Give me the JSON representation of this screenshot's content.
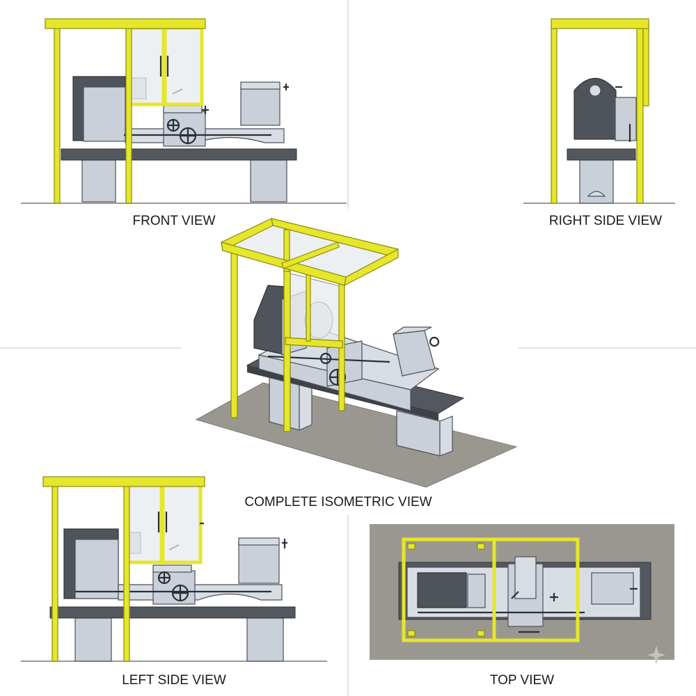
{
  "views": {
    "front": {
      "label": "FRONT VIEW"
    },
    "right_side": {
      "label": "RIGHT SIDE VIEW"
    },
    "isometric": {
      "label": "COMPLETE ISOMETRIC VIEW"
    },
    "left_side": {
      "label": "LEFT SIDE VIEW"
    },
    "top": {
      "label": "TOP VIEW"
    }
  },
  "colors": {
    "guard_frame": "#e6e62a",
    "machine_body": "#c9d0d9",
    "machine_dark": "#4f545b",
    "bench_top": "#53585f",
    "floor_slab": "#9a9791",
    "glass": "#e7ebed"
  },
  "icons": [
    "handwheel-icon",
    "lever-icon",
    "sparkle-icon"
  ]
}
